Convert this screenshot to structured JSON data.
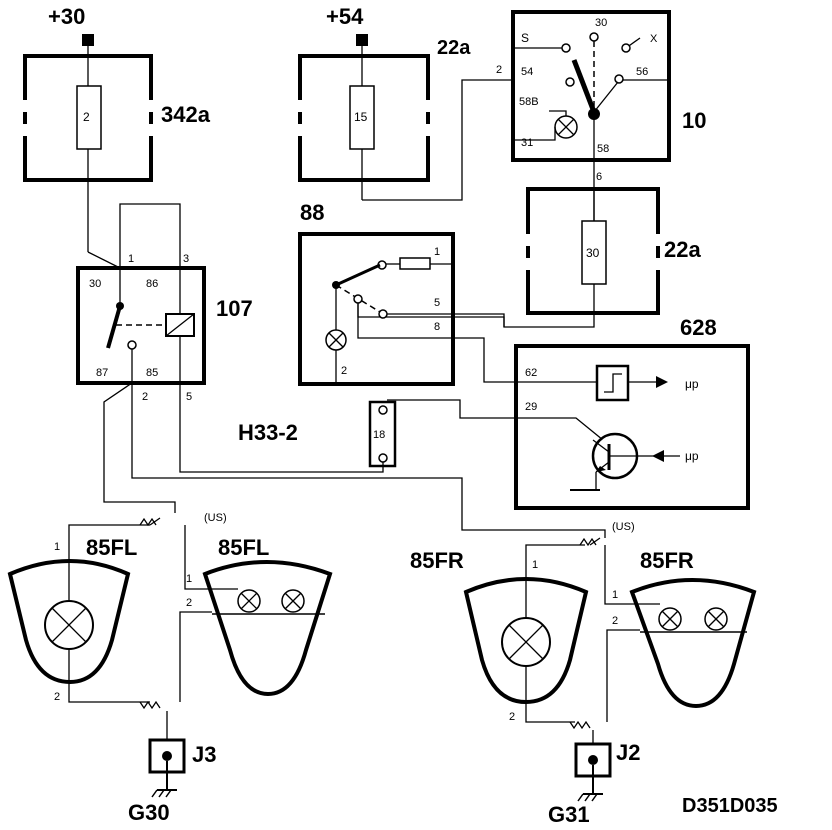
{
  "diagram_id": "D351D035",
  "supply": {
    "plus30": "+30",
    "plus54": "+54"
  },
  "fuse_box_a": {
    "id": "342a",
    "fuse": "2"
  },
  "fuse_box_b": {
    "fuse": "15"
  },
  "fuse_box_c": {
    "id": "22a",
    "fuse": "30"
  },
  "light_switch": {
    "id": "10",
    "ref": "22a",
    "pins": {
      "s": "S",
      "p30": "30",
      "x": "X",
      "p54": "54",
      "p56": "56",
      "p58b": "58B",
      "p31": "31",
      "p58": "58",
      "in2": "2",
      "out6": "6"
    }
  },
  "relay": {
    "id": "107",
    "pins": {
      "p30": "30",
      "p86": "86",
      "p87": "87",
      "p85": "85",
      "w1": "1",
      "w3": "3",
      "w2": "2",
      "w5": "5"
    }
  },
  "switch88": {
    "id": "88",
    "pins": {
      "p1": "1",
      "p5": "5",
      "p8": "8",
      "p2": "2"
    }
  },
  "module628": {
    "id": "628",
    "pins": {
      "p62": "62",
      "p29": "29"
    },
    "mu1": "μp",
    "mu2": "μp"
  },
  "connector": {
    "id": "H33-2",
    "pin": "18"
  },
  "lamps": {
    "fl_left": "85FL",
    "fl_right": "85FL",
    "fr_left": "85FR",
    "fr_right": "85FR",
    "pin1": "1",
    "pin2": "2"
  },
  "us_note": "(US)",
  "grounds": {
    "j3": "J3",
    "g30": "G30",
    "j2": "J2",
    "g31": "G31"
  }
}
